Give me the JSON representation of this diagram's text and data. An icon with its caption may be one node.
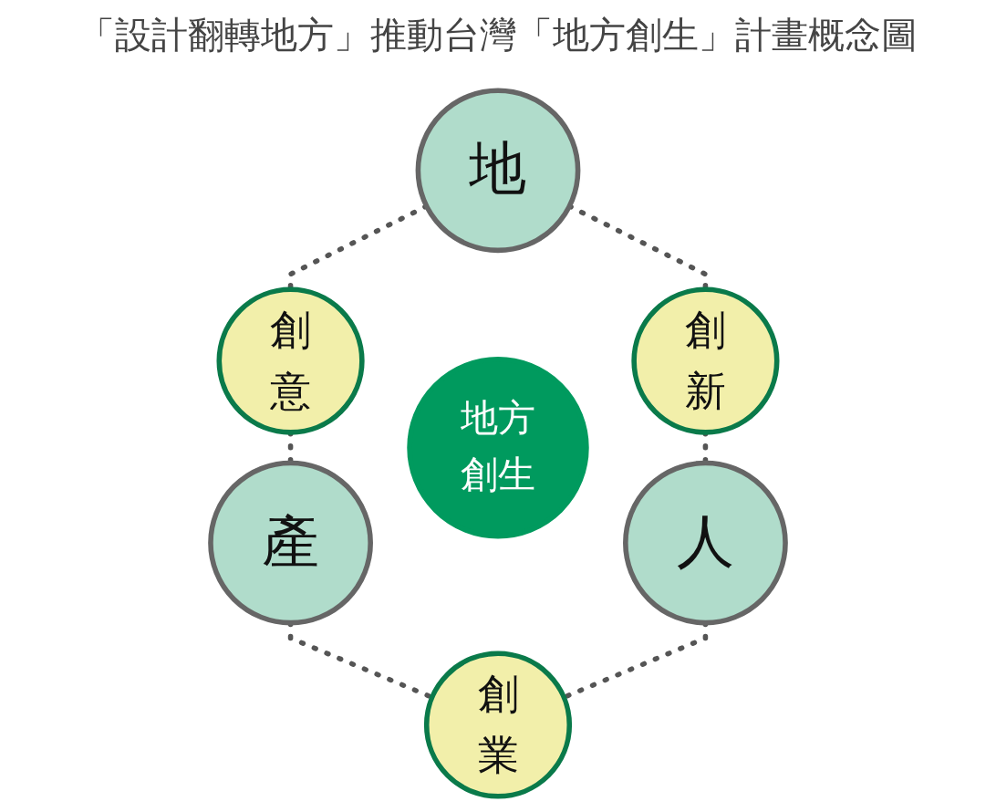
{
  "diagram": {
    "title": "「設計翻轉地方」推動台灣「地方創生」計畫概念圖",
    "nodes": [
      {
        "text": [
          "地"
        ]
      },
      {
        "text": [
          "創意"
        ]
      },
      {
        "text": [
          "創新"
        ]
      },
      {
        "text": [
          "地方創生"
        ]
      },
      {
        "text": [
          "產"
        ]
      },
      {
        "text": [
          "人"
        ]
      },
      {
        "text": [
          "創業"
        ]
      }
    ],
    "edges": [
      {
        "from": 0,
        "to": 1,
        "arrow": "none",
        "style": "dashed"
      },
      {
        "from": 0,
        "to": 2,
        "arrow": "none",
        "style": "dashed"
      },
      {
        "from": 1,
        "to": 4,
        "arrow": "none",
        "style": "dashed"
      },
      {
        "from": 2,
        "to": 5,
        "arrow": "none",
        "style": "dashed"
      },
      {
        "from": 4,
        "to": 6,
        "arrow": "none",
        "style": "dashed"
      },
      {
        "from": 5,
        "to": 6,
        "arrow": "none",
        "style": "dashed"
      }
    ]
  }
}
